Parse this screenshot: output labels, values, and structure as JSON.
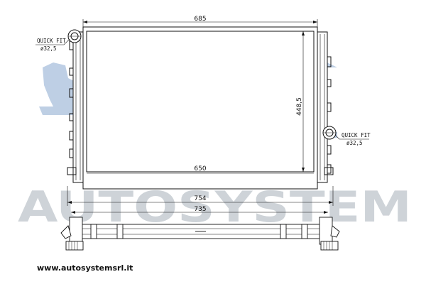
{
  "diagram": {
    "dimensions": {
      "core_width": "685",
      "core_height": "448,5",
      "inner_width": "650",
      "overall_width": "754",
      "bottom_width": "735"
    },
    "quick_fit_left": {
      "label": "QUICK FIT",
      "size": "ø32,5"
    },
    "quick_fit_right": {
      "label": "QUICK FIT",
      "size": "ø32,5"
    }
  },
  "watermark": {
    "text": "AUTOSYSTEM",
    "color": "#c6ccd2",
    "accent": "#b3c7e0"
  },
  "footer": {
    "url": "www.autosystemsrl.it"
  }
}
